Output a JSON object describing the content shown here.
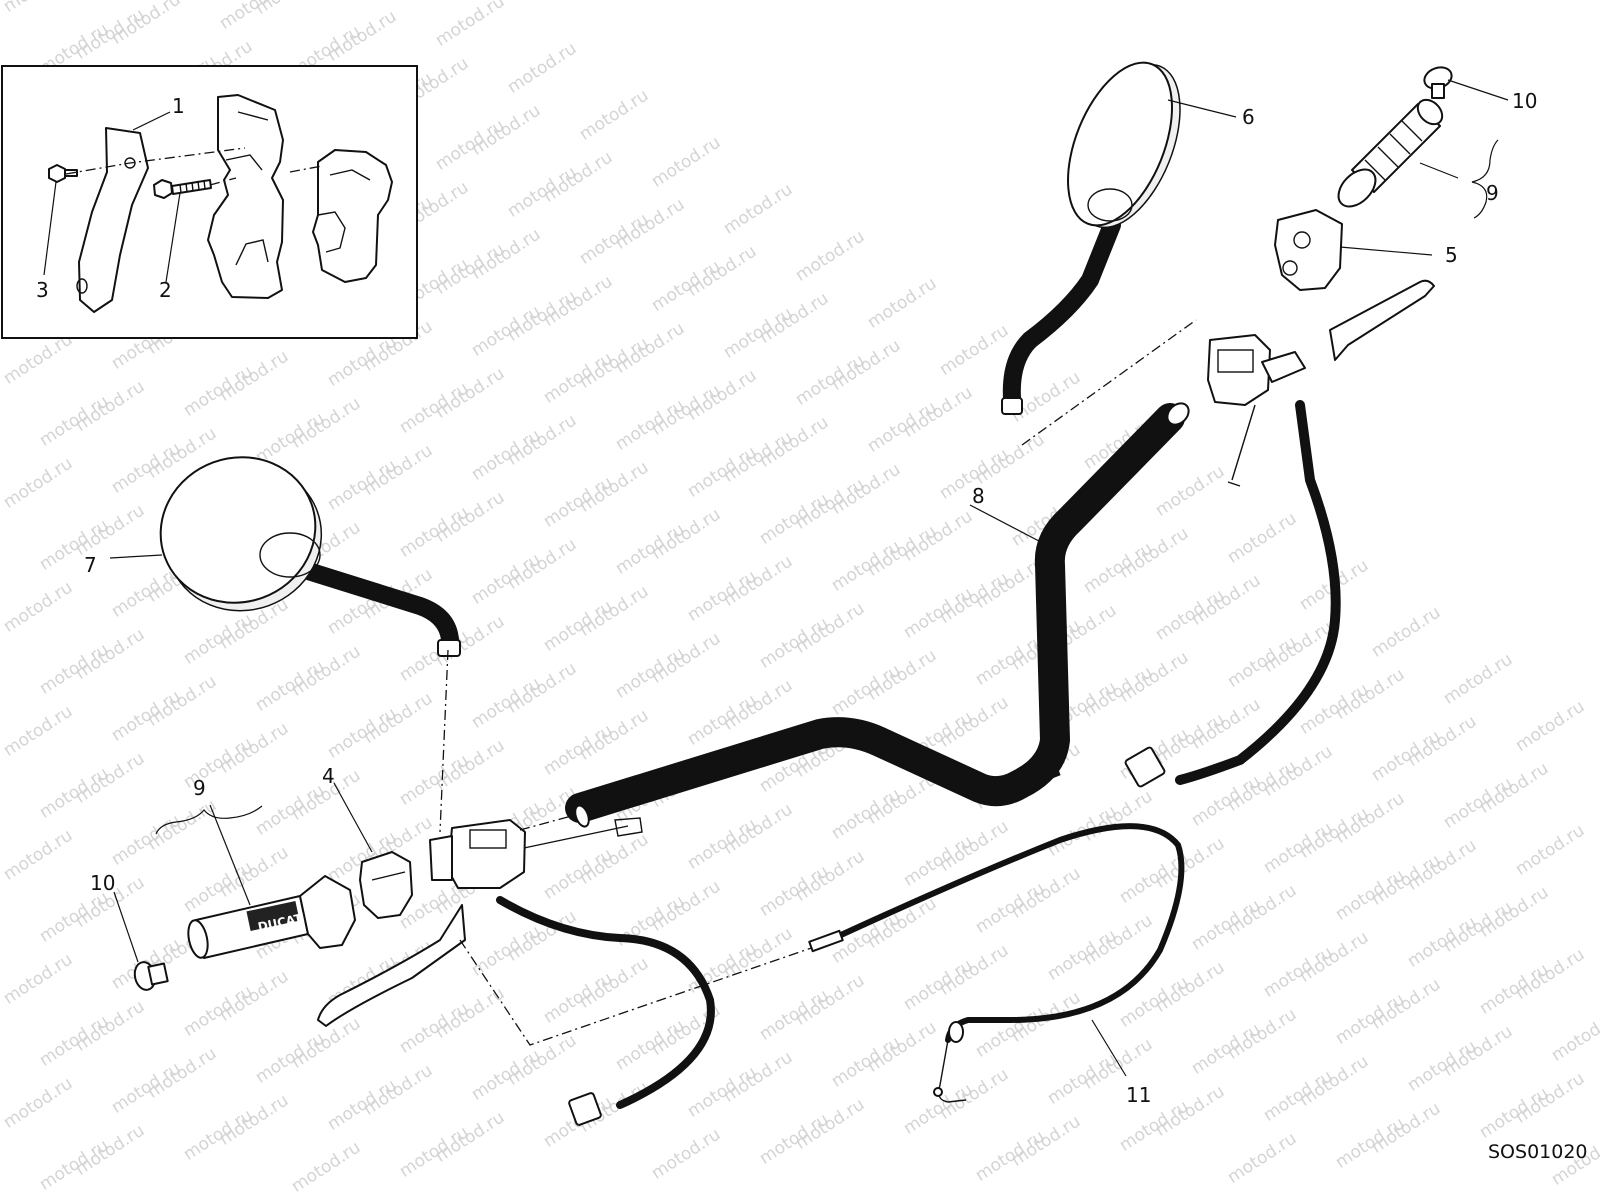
{
  "watermark_text": "motod.ru",
  "diagram_code": "SOS01020",
  "callouts": {
    "c1": "1",
    "c2": "2",
    "c3": "3",
    "c4": "4",
    "c5": "5",
    "c6": "6",
    "c7": "7",
    "c8": "8",
    "c9_left": "9",
    "c9_right": "9",
    "c10_left": "10",
    "c10_right": "10",
    "c11": "11"
  },
  "grip_logo_text": "DUCATI",
  "colors": {
    "line": "#111111",
    "watermark": "#d4d4d4",
    "background": "#ffffff"
  }
}
